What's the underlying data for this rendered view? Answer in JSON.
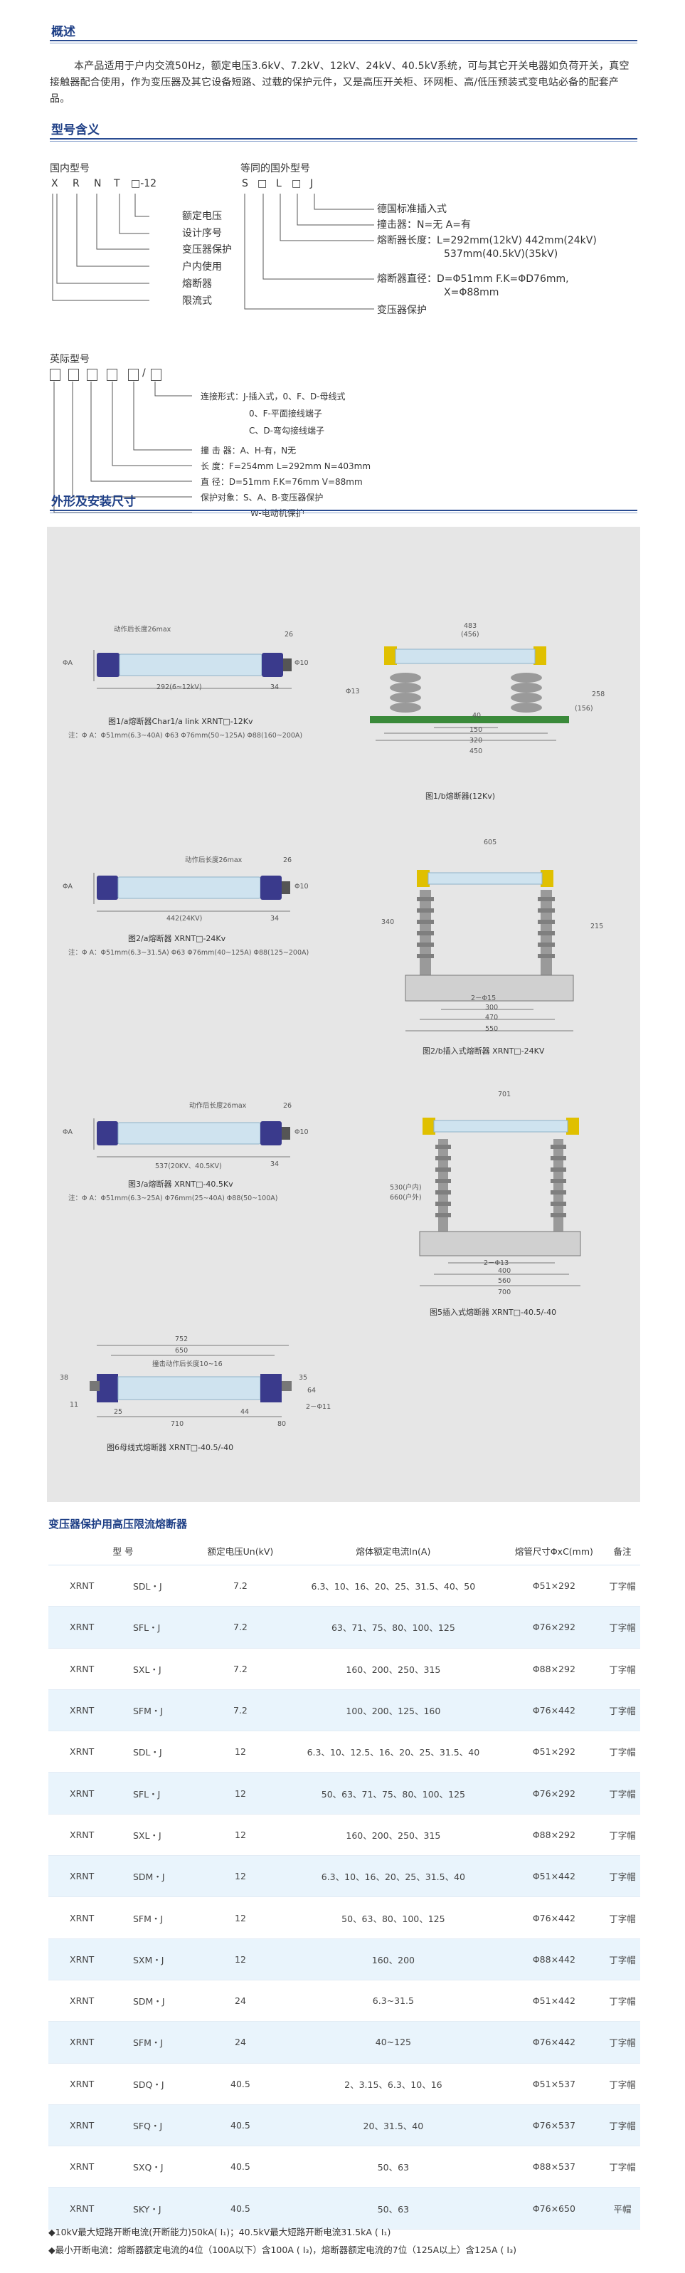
{
  "overview": {
    "title": "概述",
    "text": "本产品适用于户内交流50Hz，额定电压3.6kV、7.2kV、12kV、24kV、40.5kV系统，可与其它开关电器如负荷开关，真空接触器配合使用，作为变压器及其它设备短路、过载的保护元件，又是高压开关柜、环网柜、高/低压预装式变电站必备的配套产品。"
  },
  "model_meaning": {
    "title": "型号含义",
    "domestic_label": "国内型号",
    "domestic_code": [
      "X",
      "R",
      "N",
      "T",
      "□-12"
    ],
    "domestic_items": [
      "额定电压",
      "设计序号",
      "变压器保护",
      "户内使用",
      "熔断器",
      "限流式"
    ],
    "intl_label": "等同的国外型号",
    "intl_code": [
      "S",
      "□",
      "L",
      "□",
      "J"
    ],
    "intl_items": [
      "德国标准插入式",
      "撞击器：N=无  A=有",
      "熔断器长度：L=292mm(12kV)    442mm(24kV)",
      "537mm(40.5kV)(35kV)",
      "熔断器直径：D=Φ51mm F.K=ΦD76mm,",
      "X=Φ88mm",
      "变压器保护"
    ]
  },
  "british": {
    "label": "英际型号",
    "code_tail": "/",
    "items": [
      "连接形式：J-插入式，0、F、D-母线式",
      "0、F-平面接线端子",
      "C、D-弯勾接线端子",
      "撞  击  器：A、H-有，N无",
      "长    度：F=254mm  L=292mm    N=403mm",
      "直    径：D=51mm  F.K=76mm      V=88mm",
      "保护对象：S、A、B-变压器保护",
      "W-电动机保护"
    ]
  },
  "dimensions": {
    "title": "外形及安装尺寸",
    "fig1a": {
      "stroke_label": "动作后长度26max",
      "top_dim": "26",
      "len_label": "292(6~12kV)",
      "end_dim": "34",
      "dia_label": "ΦA",
      "phi10": "Φ10",
      "caption": "图1/a熔断器Char1/a link  XRNT□-12Kv",
      "note": "注：Φ A：Φ51mm(6.3~40A)  Φ63  Φ76mm(50~125A)  Φ88(160~200A)"
    },
    "fig1b": {
      "w483": "483",
      "w456": "(456)",
      "phi13": "Φ13",
      "h258": "258",
      "h156": "(156)",
      "d40": "40",
      "d150": "150",
      "d320": "320",
      "d450": "450",
      "caption": "图1/b熔断器(12Kv)"
    },
    "fig2a": {
      "stroke_label": "动作后长度26max",
      "top_dim": "26",
      "len_label": "442(24KV)",
      "end_dim": "34",
      "dia_label": "ΦA",
      "phi10": "Φ10",
      "caption": "图2/a熔断器 XRNT□-24Kv",
      "note": "注：Φ A：Φ51mm(6.3~31.5A)  Φ63  Φ76mm(40~125A)  Φ88(125~200A)"
    },
    "fig2b": {
      "w605": "605",
      "h340": "340",
      "h215": "215",
      "holes": "2－Φ15",
      "d300": "300",
      "d470": "470",
      "d550": "550",
      "caption": "图2/b插入式熔断器 XRNT□-24KV"
    },
    "fig3a": {
      "stroke_label": "动作后长度26max",
      "top_dim": "26",
      "len_label": "537(20KV、40.5KV)",
      "end_dim": "34",
      "dia_label": "ΦA",
      "phi10": "Φ10",
      "caption": "图3/a熔断器 XRNT□-40.5Kv",
      "note": "注：Φ A：Φ51mm(6.3~25A)  Φ76mm(25~40A)  Φ88(50~100A)"
    },
    "fig5": {
      "w701": "701",
      "h_side": "530(户内)",
      "h_side2": "660(户外)",
      "holes": "2－Φ13",
      "d400": "400",
      "d560": "560",
      "d700": "700",
      "caption": "图5插入式熔断器 XRNT□-40.5/-40"
    },
    "fig6": {
      "w752": "752",
      "w650": "650",
      "stroke_label": "撞击动作后长度10~16",
      "d38": "38",
      "d11": "11",
      "d25": "25",
      "d44": "44",
      "d35": "35",
      "d64": "64",
      "holes": "2－Φ11",
      "d710": "710",
      "d80": "80",
      "caption": "图6母线式熔断器 XRNT□-40.5/-40"
    }
  },
  "table": {
    "title": "变压器保护用高压限流熔断器",
    "headers": [
      "型  号",
      "额定电压Un(kV)",
      "熔体额定电流In(A)",
      "熔管尺寸ΦxC(mm)",
      "备注"
    ],
    "rows": [
      [
        "XRNT",
        "SDL・J",
        "7.2",
        "6.3、10、16、20、25、31.5、40、50",
        "Φ51×292",
        "丁字帽"
      ],
      [
        "XRNT",
        "SFL・J",
        "7.2",
        "63、71、75、80、100、125",
        "Φ76×292",
        "丁字帽"
      ],
      [
        "XRNT",
        "SXL・J",
        "7.2",
        "160、200、250、315",
        "Φ88×292",
        "丁字帽"
      ],
      [
        "XRNT",
        "SFM・J",
        "7.2",
        "100、200、125、160",
        "Φ76×442",
        "丁字帽"
      ],
      [
        "XRNT",
        "SDL・J",
        "12",
        "6.3、10、12.5、16、20、25、31.5、40",
        "Φ51×292",
        "丁字帽"
      ],
      [
        "XRNT",
        "SFL・J",
        "12",
        "50、63、71、75、80、100、125",
        "Φ76×292",
        "丁字帽"
      ],
      [
        "XRNT",
        "SXL・J",
        "12",
        "160、200、250、315",
        "Φ88×292",
        "丁字帽"
      ],
      [
        "XRNT",
        "SDM・J",
        "12",
        "6.3、10、16、20、25、31.5、40",
        "Φ51×442",
        "丁字帽"
      ],
      [
        "XRNT",
        "SFM・J",
        "12",
        "50、63、80、100、125",
        "Φ76×442",
        "丁字帽"
      ],
      [
        "XRNT",
        "SXM・J",
        "12",
        "160、200",
        "Φ88×442",
        "丁字帽"
      ],
      [
        "XRNT",
        "SDM・J",
        "24",
        "6.3~31.5",
        "Φ51×442",
        "丁字帽"
      ],
      [
        "XRNT",
        "SFM・J",
        "24",
        "40~125",
        "Φ76×442",
        "丁字帽"
      ],
      [
        "XRNT",
        "SDQ・J",
        "40.5",
        "2、3.15、6.3、10、16",
        "Φ51×537",
        "丁字帽"
      ],
      [
        "XRNT",
        "SFQ・J",
        "40.5",
        "20、31.5、40",
        "Φ76×537",
        "丁字帽"
      ],
      [
        "XRNT",
        "SXQ・J",
        "40.5",
        "50、63",
        "Φ88×537",
        "丁字帽"
      ],
      [
        "XRNT",
        "SKY・J",
        "40.5",
        "50、63",
        "Φ76×650",
        "平帽"
      ]
    ]
  },
  "footnotes": [
    "◆10kV最大短路开断电流(开断能力)50kA( I₁)；40.5kV最大短路开断电流31.5kA ( I₁)",
    "◆最小开断电流：熔断器额定电流的4位（100A以下）含100A ( I₃)，熔断器额定电流的7位（125A以上）含125A ( I₃)"
  ],
  "colors": {
    "heading": "#1e3f86",
    "rule": "#2a4c92",
    "fuse_body": "#cfe3ef",
    "fuse_cap": "#3a3a8c",
    "insulator": "#9a9a9a",
    "base_green": "#3a8a3a",
    "clip_yellow": "#e0c000",
    "table_alt_row": "#e9f4fc"
  }
}
